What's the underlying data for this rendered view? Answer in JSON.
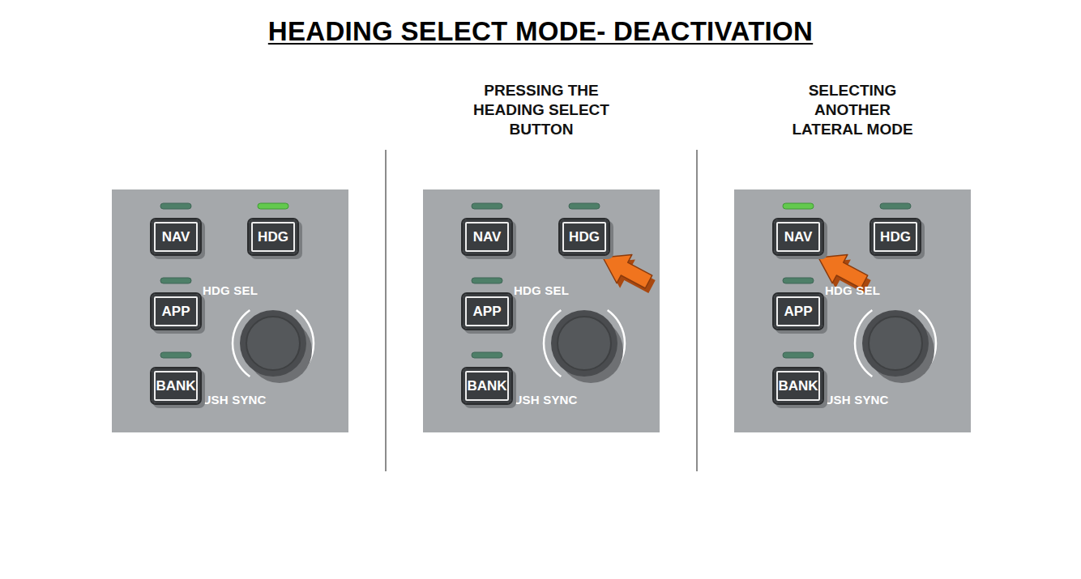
{
  "diagram": {
    "title": "HEADING SELECT MODE- DEACTIVATION",
    "nodes": [
      {
        "text": [
          "HDG SEL",
          "PUSH SYNC"
        ]
      },
      {
        "text": [
          "NAV"
        ],
        "in": 0
      },
      {
        "text": [
          "HDG"
        ],
        "in": 0
      },
      {
        "text": [
          "APP"
        ],
        "in": 0
      },
      {
        "text": [
          "BANK"
        ],
        "in": 0
      },
      {
        "text": [
          "PRESSING THE HEADING SELECT BUTTON",
          "HDG SEL",
          "PUSH SYNC"
        ]
      },
      {
        "text": [
          "NAV"
        ],
        "in": 5
      },
      {
        "text": [
          "HDG"
        ],
        "in": 5
      },
      {
        "text": [
          "APP"
        ],
        "in": 5
      },
      {
        "text": [
          "BANK"
        ],
        "in": 5
      },
      {
        "text": [
          "SELECTING ANOTHER LATERAL MODE",
          "HDG SEL",
          "PUSH SYNC"
        ]
      },
      {
        "text": [
          "NAV"
        ],
        "in": 10
      },
      {
        "text": [
          "HDG"
        ],
        "in": 10
      },
      {
        "text": [
          "APP"
        ],
        "in": 10
      },
      {
        "text": [
          "BANK"
        ],
        "in": 10
      }
    ]
  }
}
